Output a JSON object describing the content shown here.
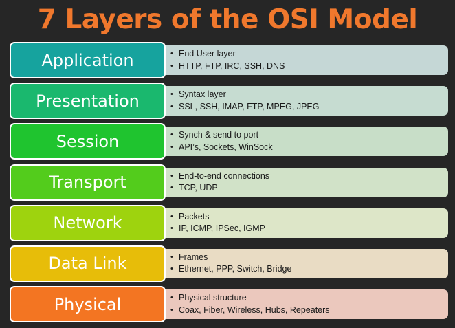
{
  "title": "7 Layers of the OSI Model",
  "layers": [
    {
      "name": "Application",
      "color": "#16a39e",
      "detail_color": "#c5d7d6",
      "bullets": [
        "End User layer",
        "HTTP, FTP, IRC, SSH, DNS"
      ]
    },
    {
      "name": "Presentation",
      "color": "#1ab86e",
      "detail_color": "#c6dcd1",
      "bullets": [
        "Syntax layer",
        "SSL, SSH, IMAP, FTP, MPEG, JPEG"
      ]
    },
    {
      "name": "Session",
      "color": "#1fc42f",
      "detail_color": "#c8dec8",
      "bullets": [
        "Synch & send to port",
        "API’s, Sockets, WinSock"
      ]
    },
    {
      "name": "Transport",
      "color": "#53cc1c",
      "detail_color": "#d1e2c8",
      "bullets": [
        "End-to-end connections",
        "TCP, UDP"
      ]
    },
    {
      "name": "Network",
      "color": "#9ed30e",
      "detail_color": "#dde6c8",
      "bullets": [
        "Packets",
        "IP, ICMP, IPSec, IGMP"
      ]
    },
    {
      "name": "Data Link",
      "color": "#e7bd09",
      "detail_color": "#e9dcc4",
      "bullets": [
        "Frames",
        "Ethernet, PPP, Switch, Bridge"
      ]
    },
    {
      "name": "Physical",
      "color": "#f37522",
      "detail_color": "#ebc8bd",
      "bullets": [
        "Physical structure",
        "Coax, Fiber, Wireless, Hubs, Repeaters"
      ]
    }
  ]
}
